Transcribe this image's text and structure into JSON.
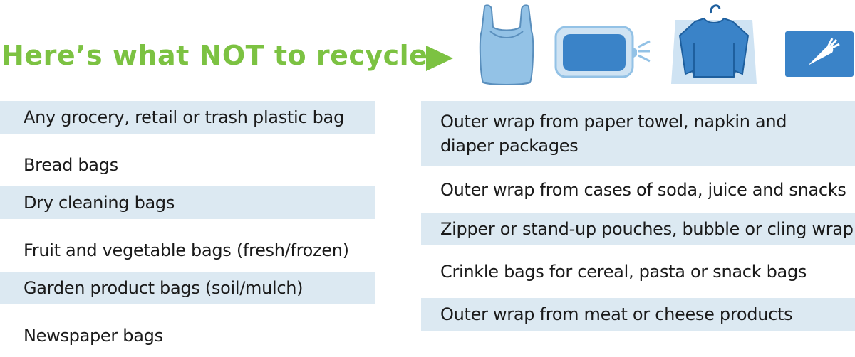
{
  "header": {
    "title": "Here’s what NOT to recycle",
    "title_color": "#7cc242",
    "arrow_icon": "right-triangle-arrow-icon"
  },
  "icons": [
    {
      "name": "plastic-shopping-bag-icon"
    },
    {
      "name": "bread-bag-icon"
    },
    {
      "name": "dry-cleaning-bag-icon"
    },
    {
      "name": "frozen-vegetable-bag-icon"
    }
  ],
  "colors": {
    "row_shade": "#dce9f2",
    "text": "#1a1a1a",
    "icon_light": "#93c2e6",
    "icon_mid": "#3a83c8",
    "icon_dark": "#1e5f9e",
    "icon_bg": "#cfe3f3"
  },
  "left_list": {
    "items": [
      "Any grocery, retail or trash plastic bag",
      "Bread bags",
      "Dry cleaning bags",
      "Fruit and vegetable bags (fresh/frozen)",
      "Garden product bags (soil/mulch)",
      "Newspaper bags"
    ]
  },
  "right_list": {
    "items": [
      "Outer wrap from paper towel, napkin and diaper packages",
      "Outer wrap from cases of soda, juice and snacks",
      "Zipper or stand-up pouches, bubble or cling wrap",
      "Crinkle bags for cereal, pasta or snack bags",
      "Outer wrap from meat or cheese products"
    ]
  }
}
